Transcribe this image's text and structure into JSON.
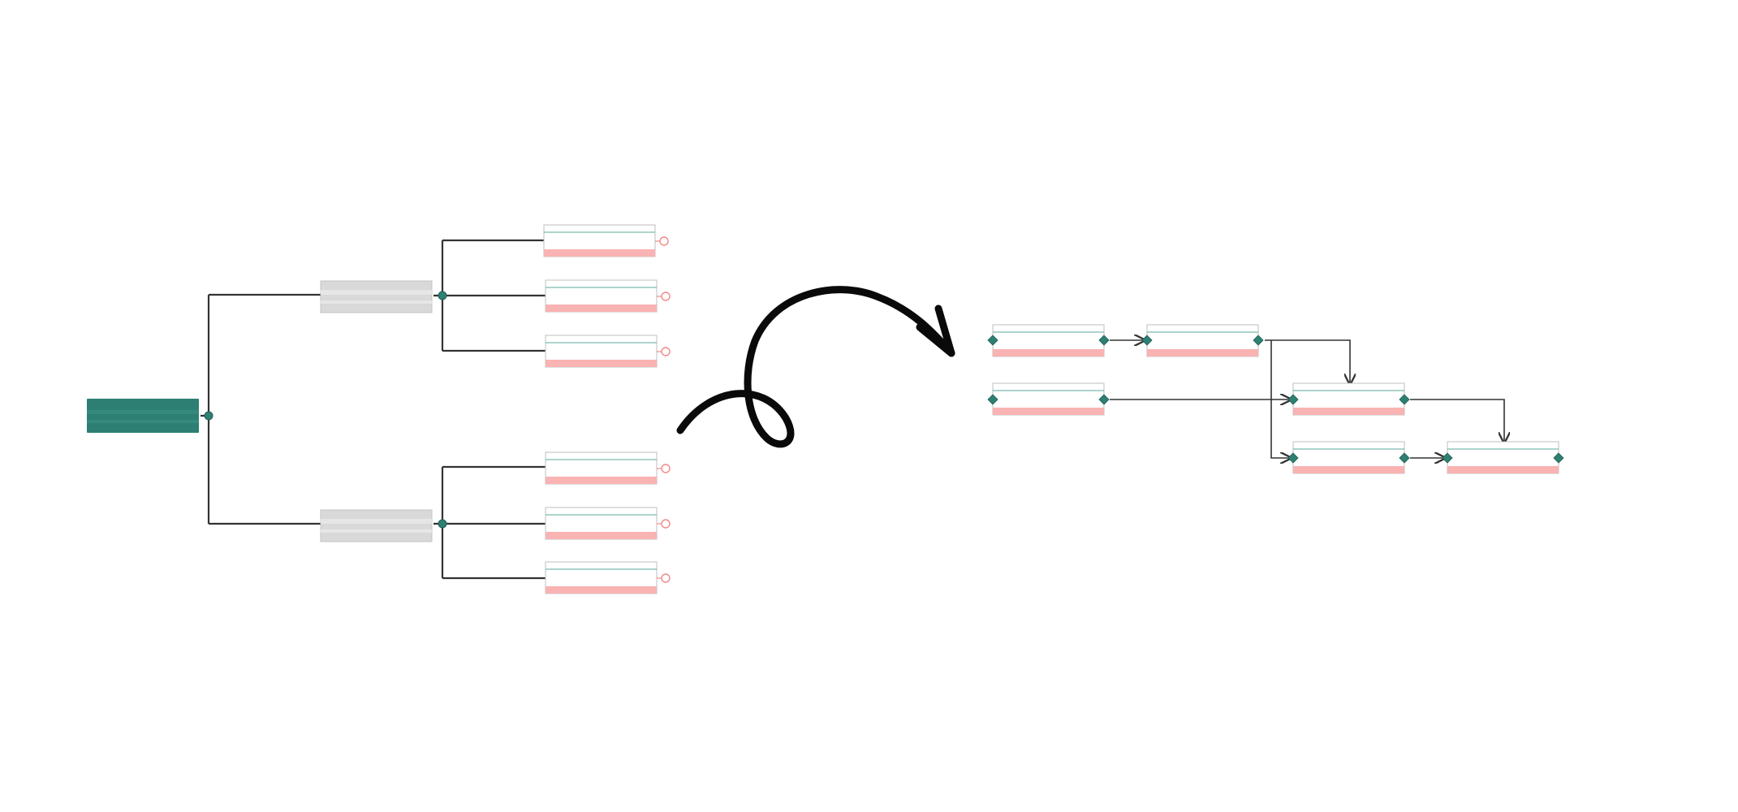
{
  "diagram": {
    "left_view": {
      "kind": "work breakdown structure",
      "root": {
        "label": ""
      },
      "branches": [
        {
          "label": "",
          "children": [
            {
              "label": ""
            },
            {
              "label": ""
            },
            {
              "label": ""
            }
          ]
        },
        {
          "label": "",
          "children": [
            {
              "label": ""
            },
            {
              "label": ""
            },
            {
              "label": ""
            }
          ]
        }
      ]
    },
    "transition": {
      "icon": "looping-arrow-icon"
    },
    "right_view": {
      "kind": "network diagram",
      "tasks": [
        {
          "id": "A",
          "label": ""
        },
        {
          "id": "B",
          "label": ""
        },
        {
          "id": "C",
          "label": ""
        },
        {
          "id": "D",
          "label": ""
        },
        {
          "id": "E",
          "label": ""
        },
        {
          "id": "F",
          "label": ""
        }
      ],
      "links": [
        {
          "from": "A",
          "to": "B"
        },
        {
          "from": "B",
          "to": "D"
        },
        {
          "from": "C",
          "to": "D"
        },
        {
          "from": "B",
          "to": "E"
        },
        {
          "from": "D",
          "to": "F"
        },
        {
          "from": "E",
          "to": "F"
        }
      ]
    },
    "colors": {
      "root_fill": "#2c7f72",
      "summary_fill": "#d9d9d9",
      "card_accent_line": "#5aa89a",
      "card_status_bar": "#f9b3b3",
      "connector": "#333333",
      "node_dot": "#2f7f73",
      "arrow": "#0a0a0a"
    }
  }
}
